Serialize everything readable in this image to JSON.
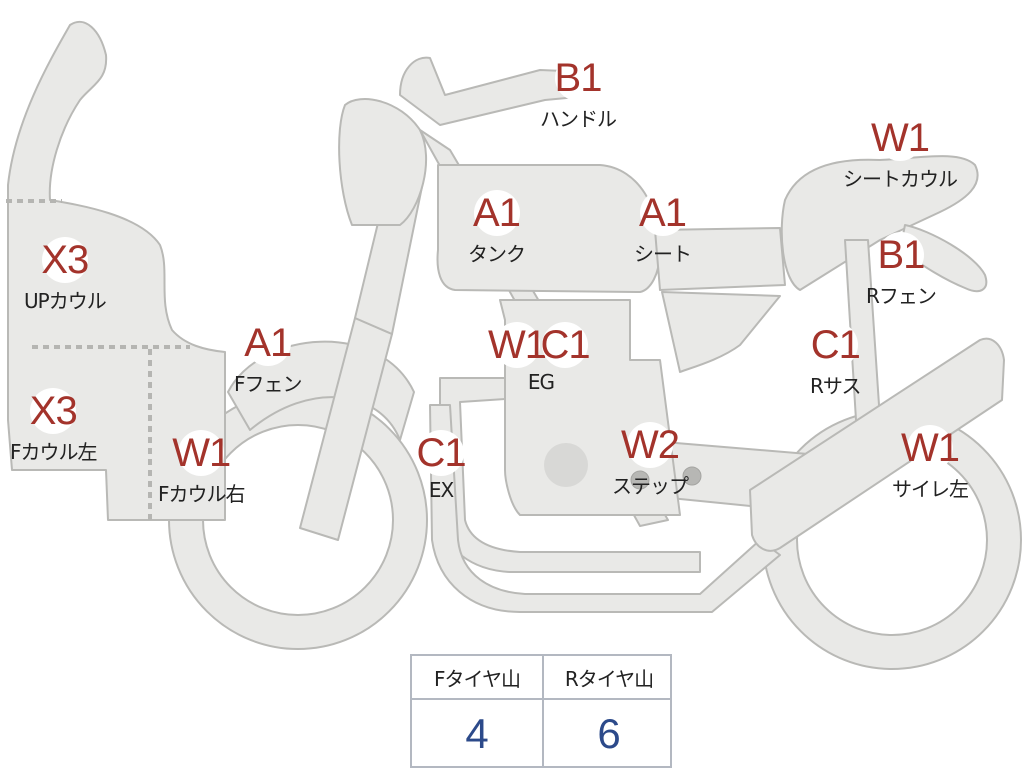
{
  "parts": [
    {
      "id": "handle",
      "code": "B1",
      "label": "ハンドル"
    },
    {
      "id": "tank",
      "code": "A1",
      "label": "タンク"
    },
    {
      "id": "seat",
      "code": "A1",
      "label": "シート"
    },
    {
      "id": "seat-cowl",
      "code": "W1",
      "label": "シートカウル"
    },
    {
      "id": "r-fender",
      "code": "B1",
      "label": "Rフェン"
    },
    {
      "id": "up-cowl",
      "code": "X3",
      "label": "UPカウル"
    },
    {
      "id": "f-fender",
      "code": "A1",
      "label": "Fフェン"
    },
    {
      "id": "r-sus",
      "code": "C1",
      "label": "Rサス"
    },
    {
      "id": "f-cowl-l",
      "code": "X3",
      "label": "Fカウル左"
    },
    {
      "id": "f-cowl-r",
      "code": "W1",
      "label": "Fカウル右"
    },
    {
      "id": "ex",
      "code": "C1",
      "label": "EX"
    },
    {
      "id": "step",
      "code": "W2",
      "label": "ステップ"
    },
    {
      "id": "silencer-l",
      "code": "W1",
      "label": "サイレ左"
    }
  ],
  "engine": {
    "codes": [
      "W1",
      "C1"
    ],
    "label": "EG"
  },
  "tire_tread": {
    "front": {
      "label": "Fタイヤ山",
      "value": "4"
    },
    "rear": {
      "label": "Rタイヤ山",
      "value": "6"
    }
  }
}
